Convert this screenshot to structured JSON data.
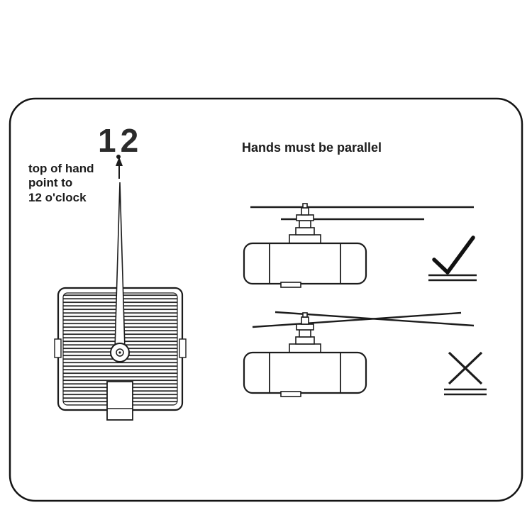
{
  "left_panel": {
    "numeral": "12",
    "caption_lines": [
      "top of hand",
      "point to",
      "12 o'clock"
    ]
  },
  "right_panel": {
    "title": "Hands must be parallel"
  },
  "icons": {
    "up_arrow": "up-arrow-icon",
    "correct": "check-icon",
    "incorrect": "x-icon"
  },
  "colors": {
    "ink": "#1c1c1c",
    "background": "#ffffff"
  }
}
